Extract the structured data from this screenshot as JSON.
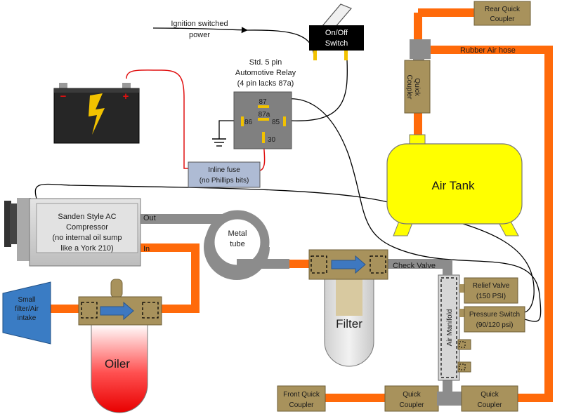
{
  "labels": {
    "ignition": [
      "Ignition switched",
      "power"
    ],
    "switch": [
      "On/Off",
      "Switch"
    ],
    "relay": [
      "Std. 5 pin",
      "Automotive Relay",
      "(4 pin lacks 87a)"
    ],
    "relay_pins": {
      "p87": "87",
      "p87a": "87a",
      "p86": "86",
      "p85": "85",
      "p30": "30"
    },
    "fuse": [
      "Inline fuse",
      "(no Phillips bits)"
    ],
    "compressor": [
      "Sanden Style AC",
      "Compressor",
      "(no internal oil sump",
      "like a York 210)"
    ],
    "comp_out": "Out",
    "comp_in": "In",
    "metal_tube": [
      "Metal",
      "tube"
    ],
    "intake": [
      "Small",
      "filter/Air",
      "intake"
    ],
    "oiler": "Oiler",
    "filter": "Filter",
    "check_valve": "Check Valve",
    "manifold": "Air Manifold",
    "relief_valve": [
      "Relief Valve",
      "(150 PSI)"
    ],
    "pressure_switch": [
      "Pressure Switch",
      "(90/120 psi)"
    ],
    "air_tank": "Air Tank",
    "rubber_hose": "Rubber Air hose",
    "rear_coupler": [
      "Rear Quick",
      "Coupler"
    ],
    "tank_coupler": [
      "Quick",
      "Coupler"
    ],
    "front_coupler": [
      "Front Quick",
      "Coupler"
    ],
    "coupler_mid": [
      "Quick",
      "Coupler"
    ],
    "coupler_right": [
      "Quick",
      "Coupler"
    ],
    "battery_minus": "−",
    "battery_plus": "+"
  },
  "colors": {
    "hose": "#ff6a0a",
    "pipe": "#8c8c8c",
    "fitting": "#a8925c",
    "tank": "#ffff00",
    "relay": "#808080",
    "battery": "#262626",
    "bolt": "#f2c200",
    "fuse": "#aebbd4",
    "intake": "#3a7cc4",
    "arrow": "#3e78c0",
    "wire_red": "#e01010"
  }
}
